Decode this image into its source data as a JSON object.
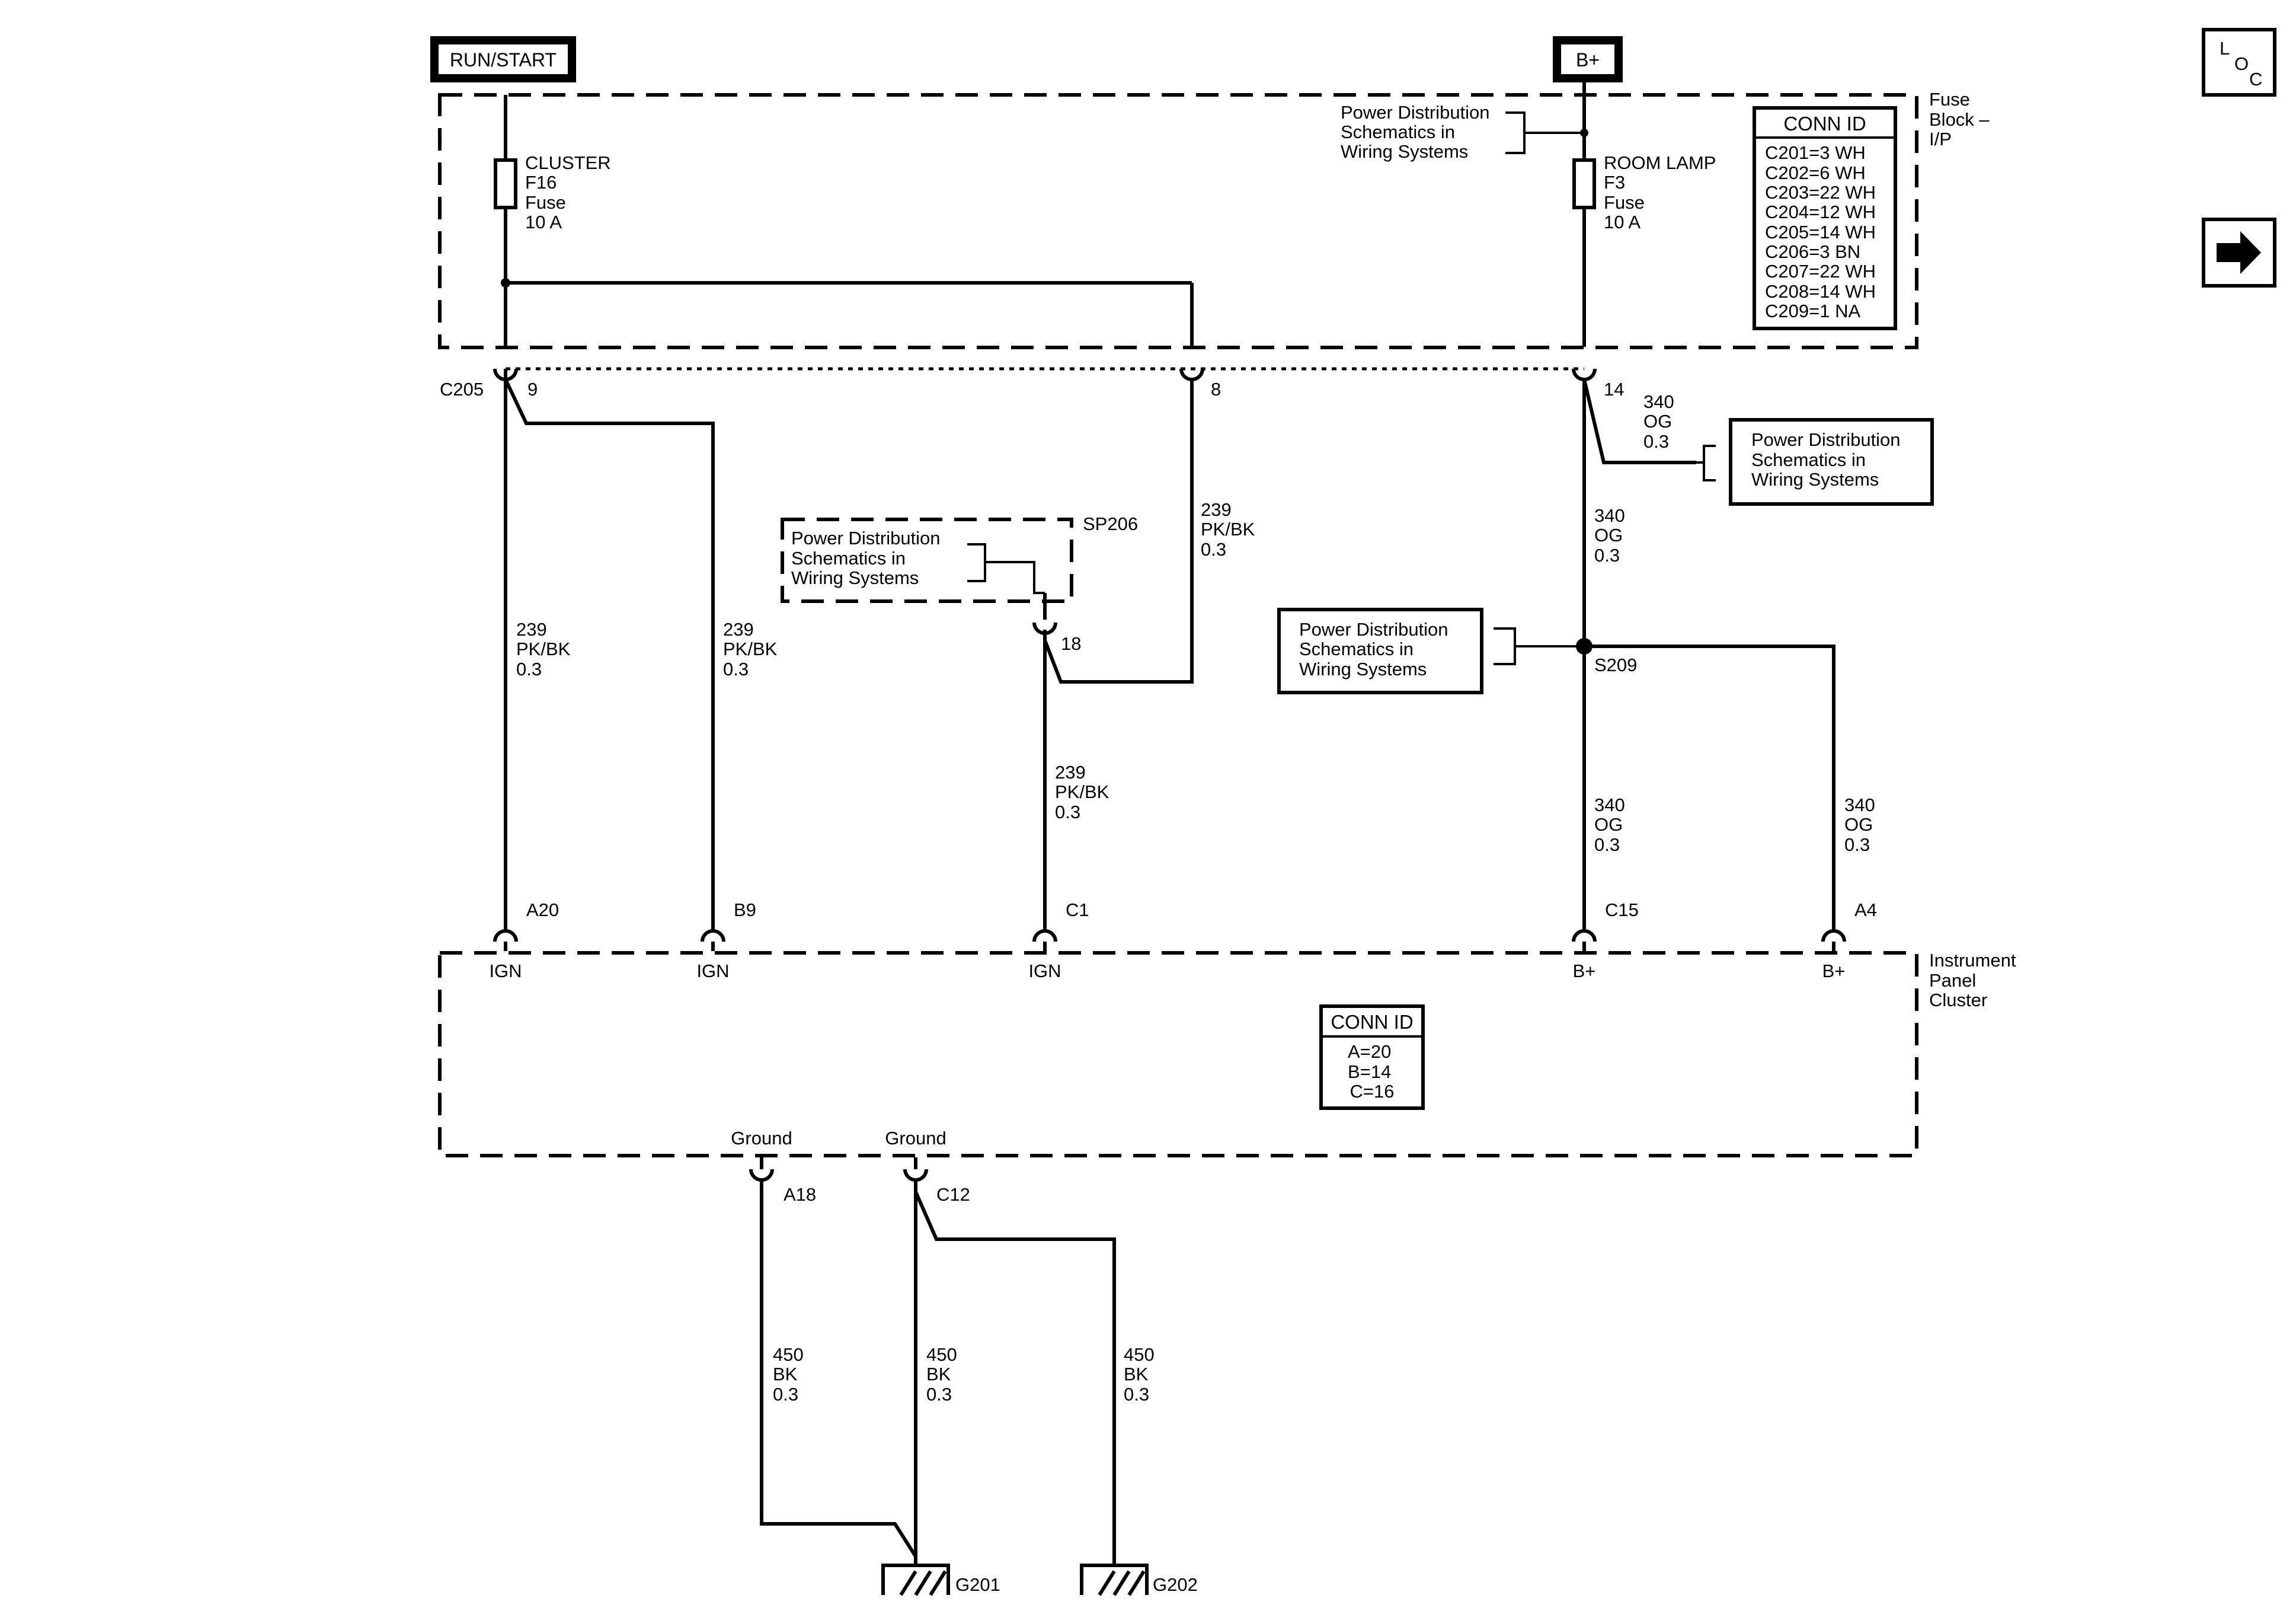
{
  "sources": {
    "run_start": "RUN/START",
    "b_plus": "B+"
  },
  "fuse_block": {
    "label_lines": [
      "Fuse",
      "Block –",
      "I/P"
    ],
    "fuse_cluster": [
      "CLUSTER",
      "F16",
      "Fuse",
      "10 A"
    ],
    "fuse_room_lamp": [
      "ROOM LAMP",
      "F3",
      "Fuse",
      "10 A"
    ],
    "conn_id": {
      "title": "CONN ID",
      "rows": [
        "C201=3 WH",
        "C202=6 WH",
        "C203=22 WH",
        "C204=12 WH",
        "C205=14 WH",
        "C206=3 BN",
        "C207=22 WH",
        "C208=14 WH",
        "C209=1 NA"
      ]
    }
  },
  "power_dist_ref": [
    "Power Distribution",
    "Schematics in",
    "Wiring Systems"
  ],
  "connectors": {
    "c205": "C205",
    "pin_9": "9",
    "pin_8": "8",
    "pin_14": "14",
    "sp206": "SP206",
    "sp206_pin": "18",
    "s209": "S209"
  },
  "wires": {
    "pk_bk": [
      "239",
      "PK/BK",
      "0.3"
    ],
    "og": [
      "340",
      "OG",
      "0.3"
    ],
    "bk": [
      "450",
      "BK",
      "0.3"
    ]
  },
  "cluster": {
    "label_lines": [
      "Instrument",
      "Panel",
      "Cluster"
    ],
    "pins": [
      {
        "id": "A20",
        "function": "IGN"
      },
      {
        "id": "B9",
        "function": "IGN"
      },
      {
        "id": "C1",
        "function": "IGN"
      },
      {
        "id": "C15",
        "function": "B+"
      },
      {
        "id": "A4",
        "function": "B+"
      }
    ],
    "conn_id": {
      "title": "CONN ID",
      "rows": [
        "A=20",
        "B=14",
        "C=16"
      ]
    },
    "ground_pins": [
      {
        "label": "Ground",
        "id": "A18"
      },
      {
        "label": "Ground",
        "id": "C12"
      }
    ]
  },
  "grounds": {
    "g201": "G201",
    "g202": "G202"
  },
  "nav": {
    "loc_letters": [
      "L",
      "O",
      "C"
    ],
    "next_icon": "arrow-right-icon"
  }
}
